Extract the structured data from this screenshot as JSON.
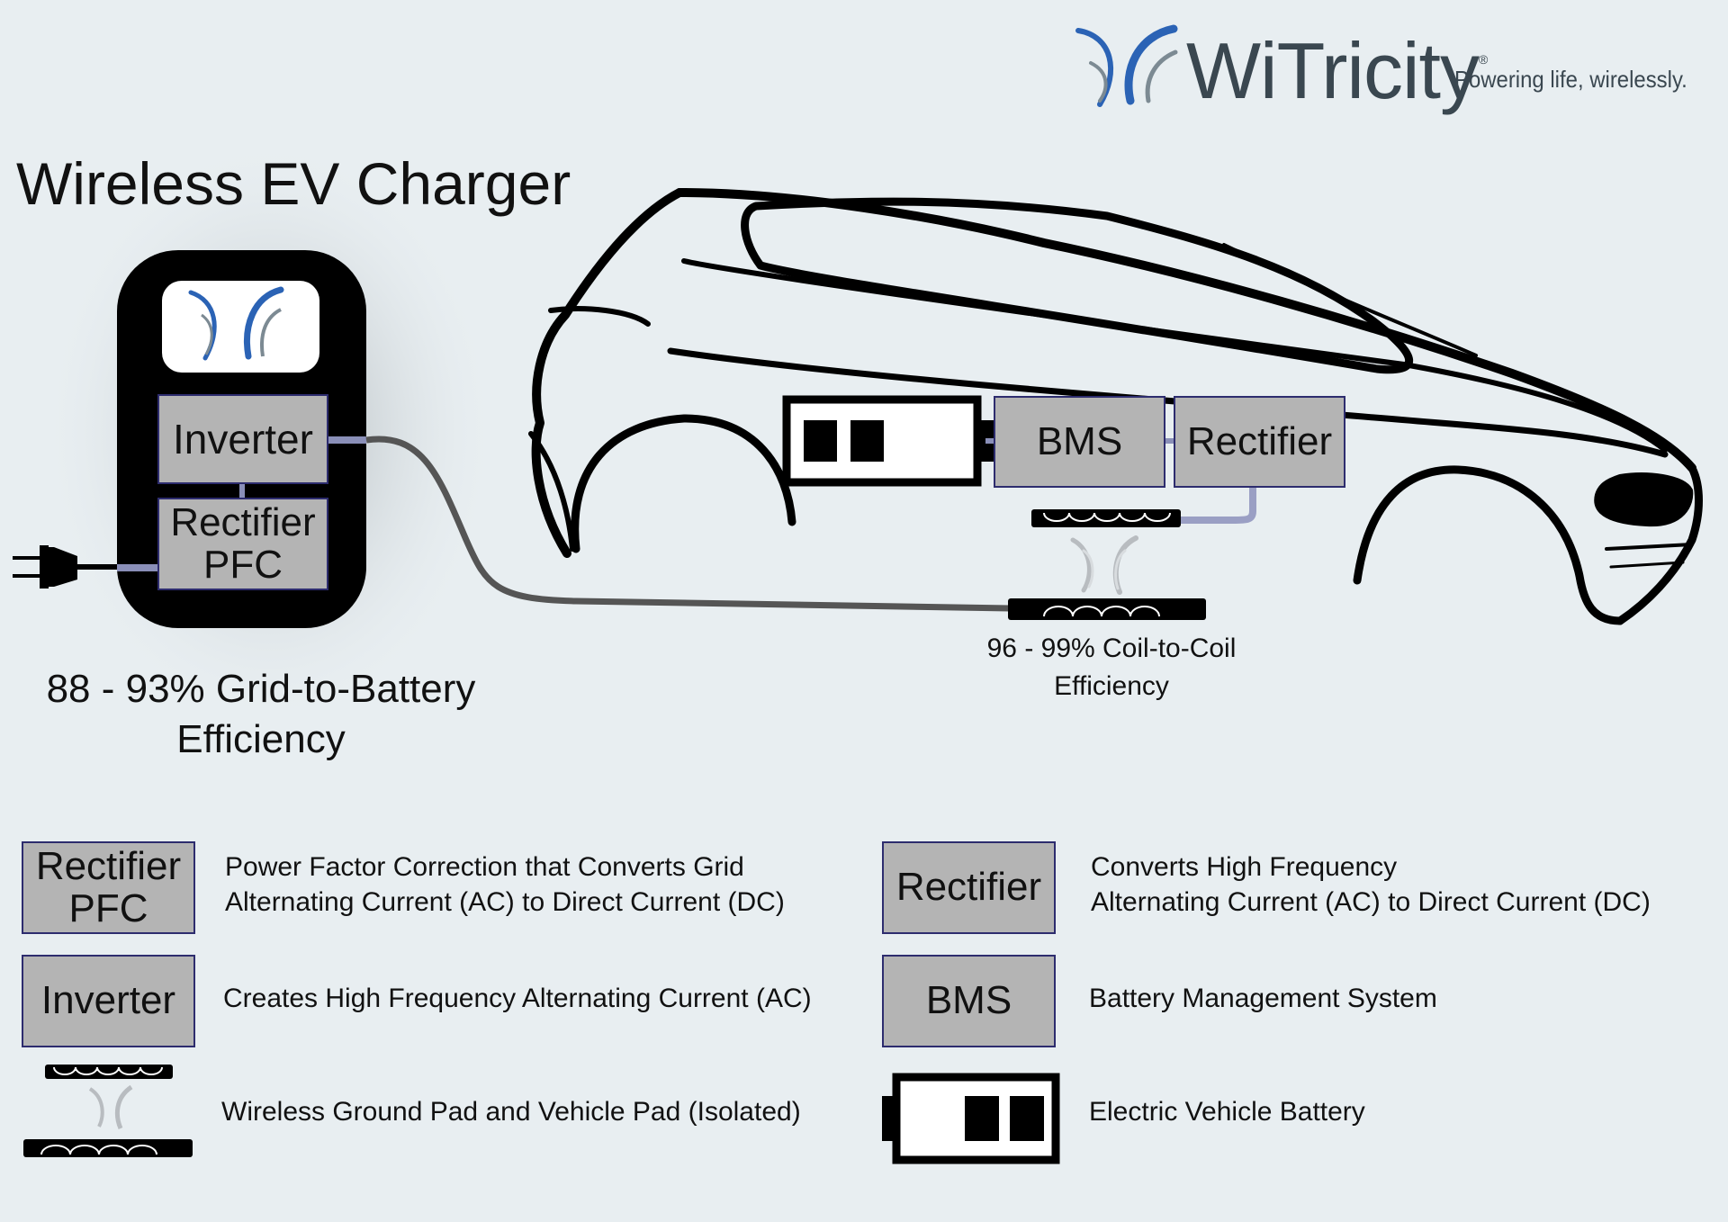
{
  "brand": {
    "name": "WiTricity",
    "registered": "®",
    "tagline": "Powering life, wirelessly.",
    "logo_icon": "witricity-arcs-logo"
  },
  "title": "Wireless EV Charger",
  "colors": {
    "background": "#e8eef1",
    "box_fill": "#b4b4b4",
    "box_border": "#2d2c6e",
    "brand_blue": "#2b63b5",
    "brand_gray": "#3a4750"
  },
  "charger": {
    "inverter_label": "Inverter",
    "rectifier_pfc_label": [
      "Rectifier",
      "PFC"
    ],
    "efficiency": [
      "88 - 93% Grid-to-Battery",
      "Efficiency"
    ]
  },
  "vehicle": {
    "bms_label": "BMS",
    "rectifier_label": "Rectifier",
    "coil_efficiency": [
      "96 - 99% Coil-to-Coil",
      "Efficiency"
    ]
  },
  "legend": [
    {
      "key": "rectifier-pfc",
      "box": [
        "Rectifier",
        "PFC"
      ],
      "text": [
        "Power Factor Correction that Converts Grid",
        "Alternating Current (AC) to Direct Current (DC)"
      ]
    },
    {
      "key": "inverter",
      "box": [
        "Inverter"
      ],
      "text": [
        "Creates High Frequency Alternating Current (AC)"
      ]
    },
    {
      "key": "pads",
      "icon": "wireless-pads-icon",
      "text": [
        "Wireless Ground Pad and Vehicle Pad (Isolated)"
      ]
    },
    {
      "key": "rectifier",
      "box": [
        "Rectifier"
      ],
      "text": [
        "Converts High Frequency",
        "Alternating Current (AC) to Direct Current (DC)"
      ]
    },
    {
      "key": "bms",
      "box": [
        "BMS"
      ],
      "text": [
        "Battery Management System"
      ]
    },
    {
      "key": "battery",
      "icon": "battery-icon",
      "text": [
        "Electric Vehicle Battery"
      ]
    }
  ]
}
